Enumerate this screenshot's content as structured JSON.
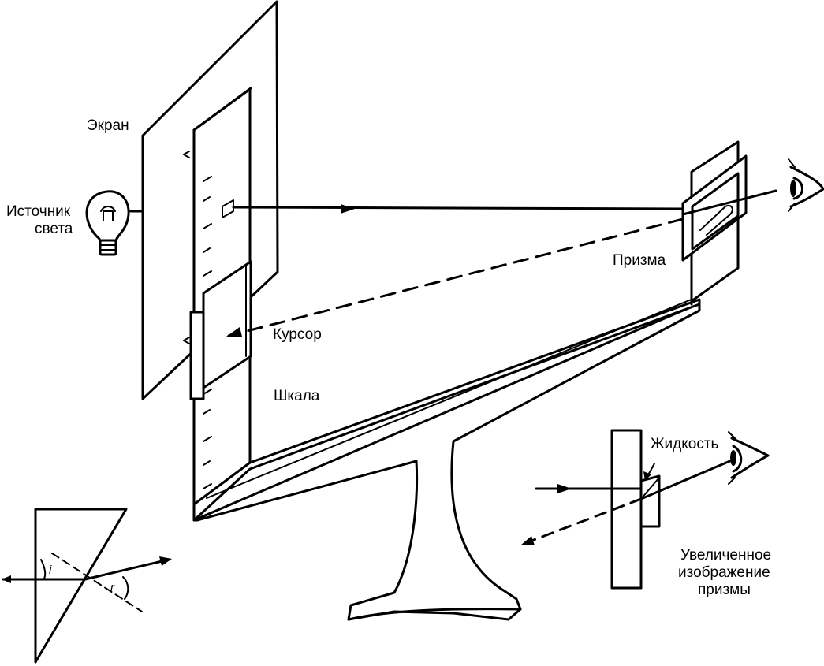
{
  "labels": {
    "screen": "Экран",
    "light_source_line1": "Источник",
    "light_source_line2": "света",
    "prism": "Призма",
    "cursor": "Курсор",
    "scale": "Шкала",
    "liquid": "Жидкость",
    "magnified_line1": "Увеличенное",
    "magnified_line2": "изображение",
    "magnified_line3": "призмы",
    "angle_i": "i",
    "angle_r": "r"
  }
}
